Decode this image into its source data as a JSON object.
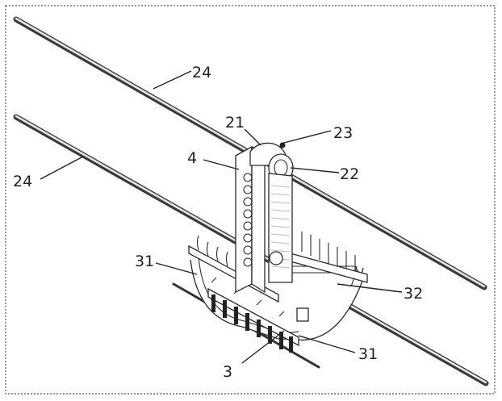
{
  "labels": {
    "upper_rail": "24",
    "lower_rail": "24",
    "clamp_body": "21",
    "top_screw": "23",
    "roller": "22",
    "plate": "4",
    "left_comb": "31",
    "right_tray": "32",
    "base_comb": "3",
    "lower_arm": "31"
  },
  "colors": {
    "line": "#2a2a2a",
    "rail": "#3a3a3a",
    "background": "#ffffff",
    "frame": "#555555"
  }
}
